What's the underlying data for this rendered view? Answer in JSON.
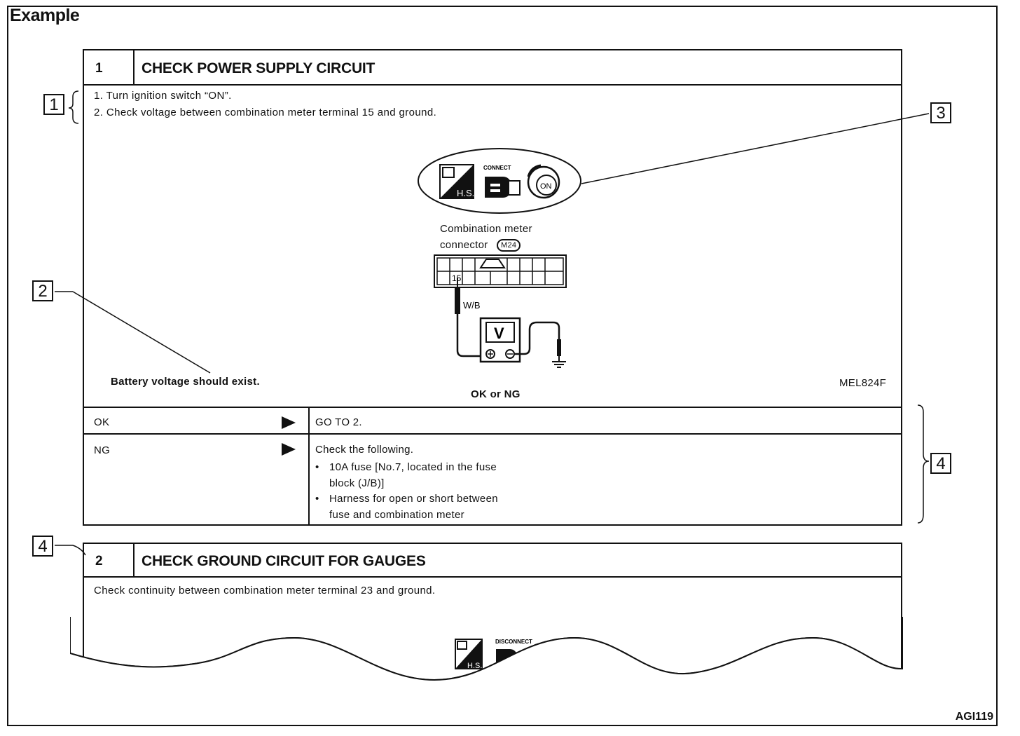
{
  "page": {
    "heading": "Example",
    "figure_code": "AGI119"
  },
  "step1": {
    "number": "1",
    "title": "CHECK POWER SUPPLY CIRCUIT",
    "instructions": [
      "1.  Turn  ignition  switch  “ON”.",
      "2.  Check  voltage  between  combination  meter  terminal  15  and  ground."
    ],
    "diagram": {
      "connect_label": "CONNECT",
      "hs_label": "H.S.",
      "on_label": "ON",
      "connector_label_line1": "Combination  meter",
      "connector_label_line2": "connector",
      "connector_id": "M24",
      "terminal": "15",
      "wire_color": "W/B",
      "meter_label": "V",
      "figure_id": "MEL824F"
    },
    "expected": "Battery  voltage  should  exist.",
    "result_prompt": "OK  or  NG",
    "results": [
      {
        "key": "OK",
        "action": "GO  TO  2."
      },
      {
        "key": "NG",
        "action": "Check  the  following.",
        "bullets": [
          [
            "10A  fuse  [No.7,  located  in  the  fuse",
            "block  (J/B)]"
          ],
          [
            "Harness  for  open  or  short  between",
            "fuse  and  combination  meter"
          ]
        ]
      }
    ]
  },
  "step2": {
    "number": "2",
    "title": "CHECK GROUND CIRCUIT FOR GAUGES",
    "instructions": "Check  continuity  between  combination  meter  terminal  23  and  ground.",
    "disconnect_label": "DISCONNECT",
    "hs_label": "H.S."
  },
  "callouts": {
    "c1": "1",
    "c2": "2",
    "c3": "3",
    "c4a": "4",
    "c4b": "4"
  }
}
